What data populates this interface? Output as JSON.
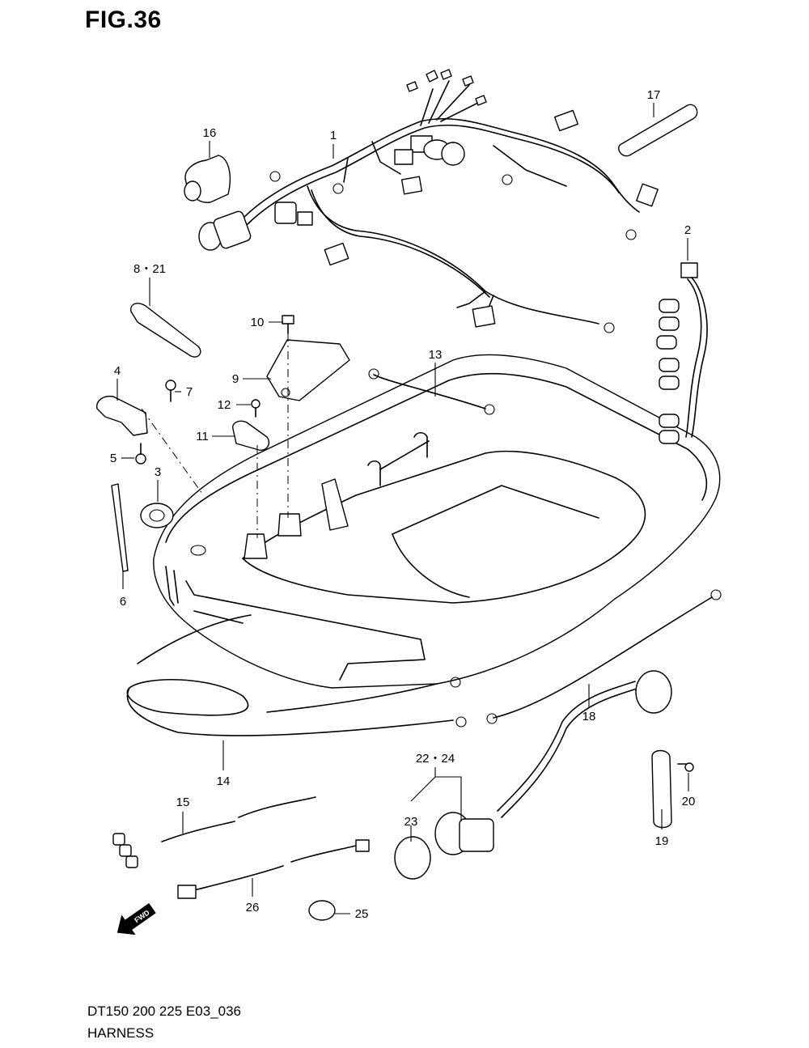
{
  "figure": {
    "title": "FIG.36",
    "model_line": "DT150 200 225 E03_036",
    "caption": "HARNESS"
  },
  "callouts": [
    {
      "id": "c1",
      "text": "1"
    },
    {
      "id": "c2",
      "text": "2"
    },
    {
      "id": "c3",
      "text": "3"
    },
    {
      "id": "c4",
      "text": "4"
    },
    {
      "id": "c5",
      "text": "5"
    },
    {
      "id": "c6",
      "text": "6"
    },
    {
      "id": "c7",
      "text": "7"
    },
    {
      "id": "c8_21",
      "text": "8・21"
    },
    {
      "id": "c9",
      "text": "9"
    },
    {
      "id": "c10",
      "text": "10"
    },
    {
      "id": "c11",
      "text": "11"
    },
    {
      "id": "c12",
      "text": "12"
    },
    {
      "id": "c13",
      "text": "13"
    },
    {
      "id": "c14",
      "text": "14"
    },
    {
      "id": "c15",
      "text": "15"
    },
    {
      "id": "c16",
      "text": "16"
    },
    {
      "id": "c17",
      "text": "17"
    },
    {
      "id": "c18",
      "text": "18"
    },
    {
      "id": "c19",
      "text": "19"
    },
    {
      "id": "c20",
      "text": "20"
    },
    {
      "id": "c22_24",
      "text": "22・24"
    },
    {
      "id": "c23",
      "text": "23"
    },
    {
      "id": "c25",
      "text": "25"
    },
    {
      "id": "c26",
      "text": "26"
    }
  ],
  "fwd_arrow": {
    "label": "FWD",
    "icon": "forward-arrow-icon"
  }
}
